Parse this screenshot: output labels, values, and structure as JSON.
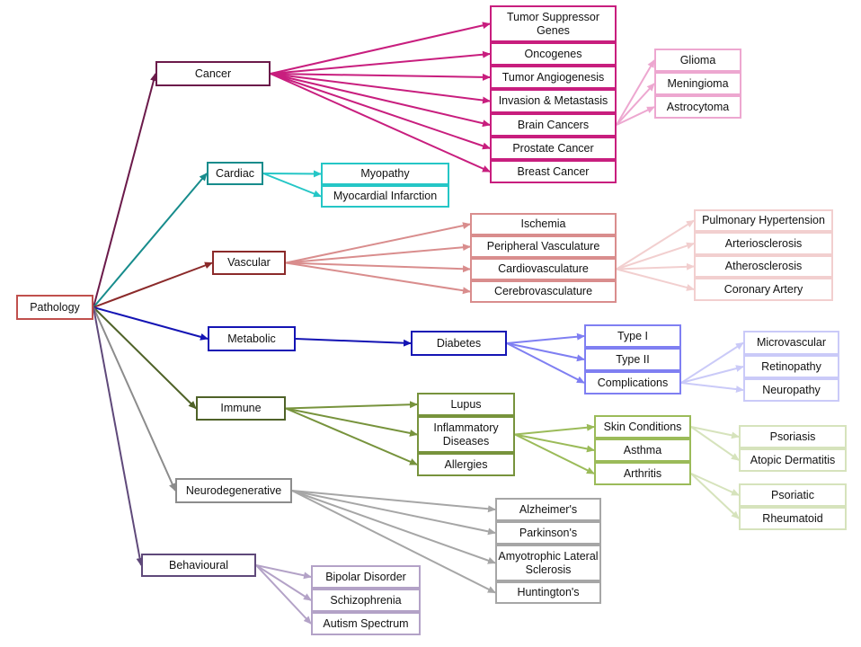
{
  "root": {
    "label": "Pathology",
    "color": "#c0504d"
  },
  "colors": {
    "cancer": "#6b1a4a",
    "cancer_branch": "#c81e7e",
    "cancer_sub": "#eda7d0",
    "cardiac": "#178c8c",
    "cardiac_branch": "#25c6c6",
    "vascular": "#8b2a2a",
    "vascular_branch": "#d98d8d",
    "vascular_sub": "#f2cfcf",
    "metabolic": "#1414b4",
    "metabolic_branch": "#7f7ff2",
    "metabolic_sub": "#cacaf8",
    "immune": "#4f6228",
    "immune_branch": "#77933c",
    "immune_sub": "#9bbb59",
    "immune_sub2": "#d6e3bc",
    "neuro": "#8c8c8c",
    "neuro_branch": "#a6a6a6",
    "behav": "#5f497a",
    "behav_branch": "#b3a2c7"
  },
  "categories": {
    "cancer": "Cancer",
    "cardiac": "Cardiac",
    "vascular": "Vascular",
    "metabolic": "Metabolic",
    "immune": "Immune",
    "neuro": "Neurodegenerative",
    "behav": "Behavioural"
  },
  "cancer_items": [
    "Tumor Suppressor Genes",
    "Oncogenes",
    "Tumor Angiogenesis",
    "Invasion & Metastasis",
    "Brain Cancers",
    "Prostate Cancer",
    "Breast Cancer"
  ],
  "brain_items": [
    "Glioma",
    "Meningioma",
    "Astrocytoma"
  ],
  "cardiac_items": [
    "Myopathy",
    "Myocardial Infarction"
  ],
  "vascular_items": [
    "Ischemia",
    "Peripheral Vasculature",
    "Cardiovasculature",
    "Cerebrovasculature"
  ],
  "cardio_items": [
    "Pulmonary Hypertension",
    "Arteriosclerosis",
    "Atherosclerosis",
    "Coronary Artery"
  ],
  "metabolic_items": [
    "Diabetes"
  ],
  "diabetes_items": [
    "Type I",
    "Type II",
    "Complications"
  ],
  "complication_items": [
    "Microvascular",
    "Retinopathy",
    "Neuropathy"
  ],
  "immune_items": [
    "Lupus",
    "Inflammatory Diseases",
    "Allergies"
  ],
  "inflam_items": [
    "Skin Conditions",
    "Asthma",
    "Arthritis"
  ],
  "skin_items": [
    "Psoriasis",
    "Atopic Dermatitis"
  ],
  "arthritis_items": [
    "Psoriatic",
    "Rheumatoid"
  ],
  "neuro_items": [
    "Alzheimer's",
    "Parkinson's",
    "Amyotrophic Lateral Sclerosis",
    "Huntington's"
  ],
  "behav_items": [
    "Bipolar Disorder",
    "Schizophrenia",
    "Autism Spectrum"
  ]
}
